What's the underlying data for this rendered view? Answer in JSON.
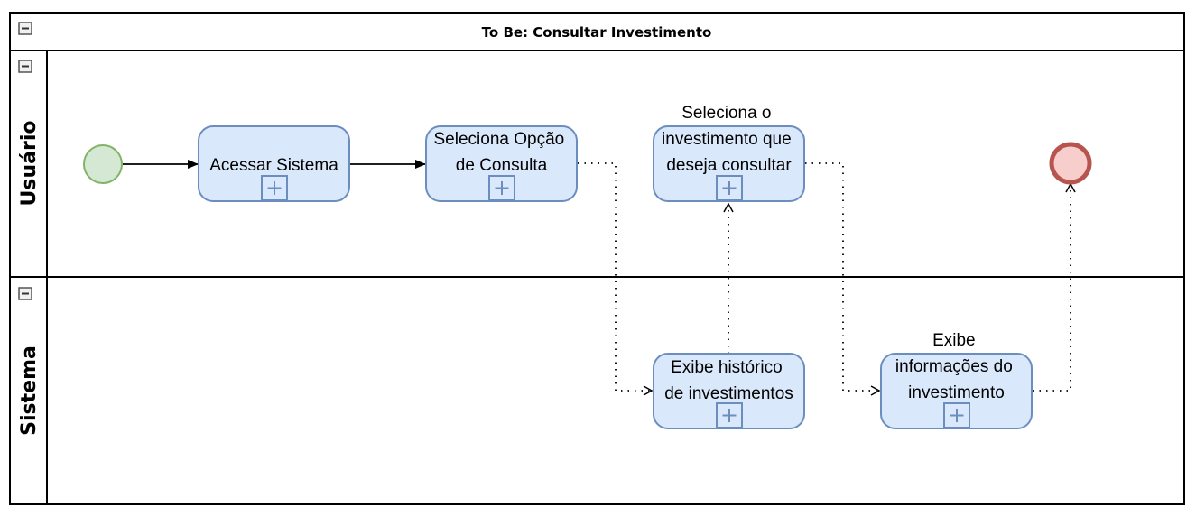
{
  "pool": {
    "title": "To Be: Consultar Investimento"
  },
  "lanes": [
    {
      "label": "Usuário"
    },
    {
      "label": "Sistema"
    }
  ],
  "tasks": [
    {
      "lines": [
        "Acessar Sistema"
      ]
    },
    {
      "lines": [
        "Seleciona Opção",
        "de Consulta"
      ]
    },
    {
      "lines": [
        "Seleciona o",
        "investimento que",
        "deseja consultar"
      ]
    },
    {
      "lines": [
        "Exibe histórico",
        "de investimentos"
      ]
    },
    {
      "lines": [
        "Exibe",
        "informações do",
        "investimento"
      ]
    }
  ],
  "colors": {
    "task_fill": "#dae8fc",
    "task_stroke": "#6c8ebf",
    "start_fill": "#d5e8d4",
    "start_stroke": "#82b366",
    "end_fill": "#f8cecc",
    "end_stroke": "#b85450",
    "line": "#000000"
  },
  "icons": {
    "collapse": "minus-square-icon",
    "subprocess": "plus-square-icon"
  }
}
